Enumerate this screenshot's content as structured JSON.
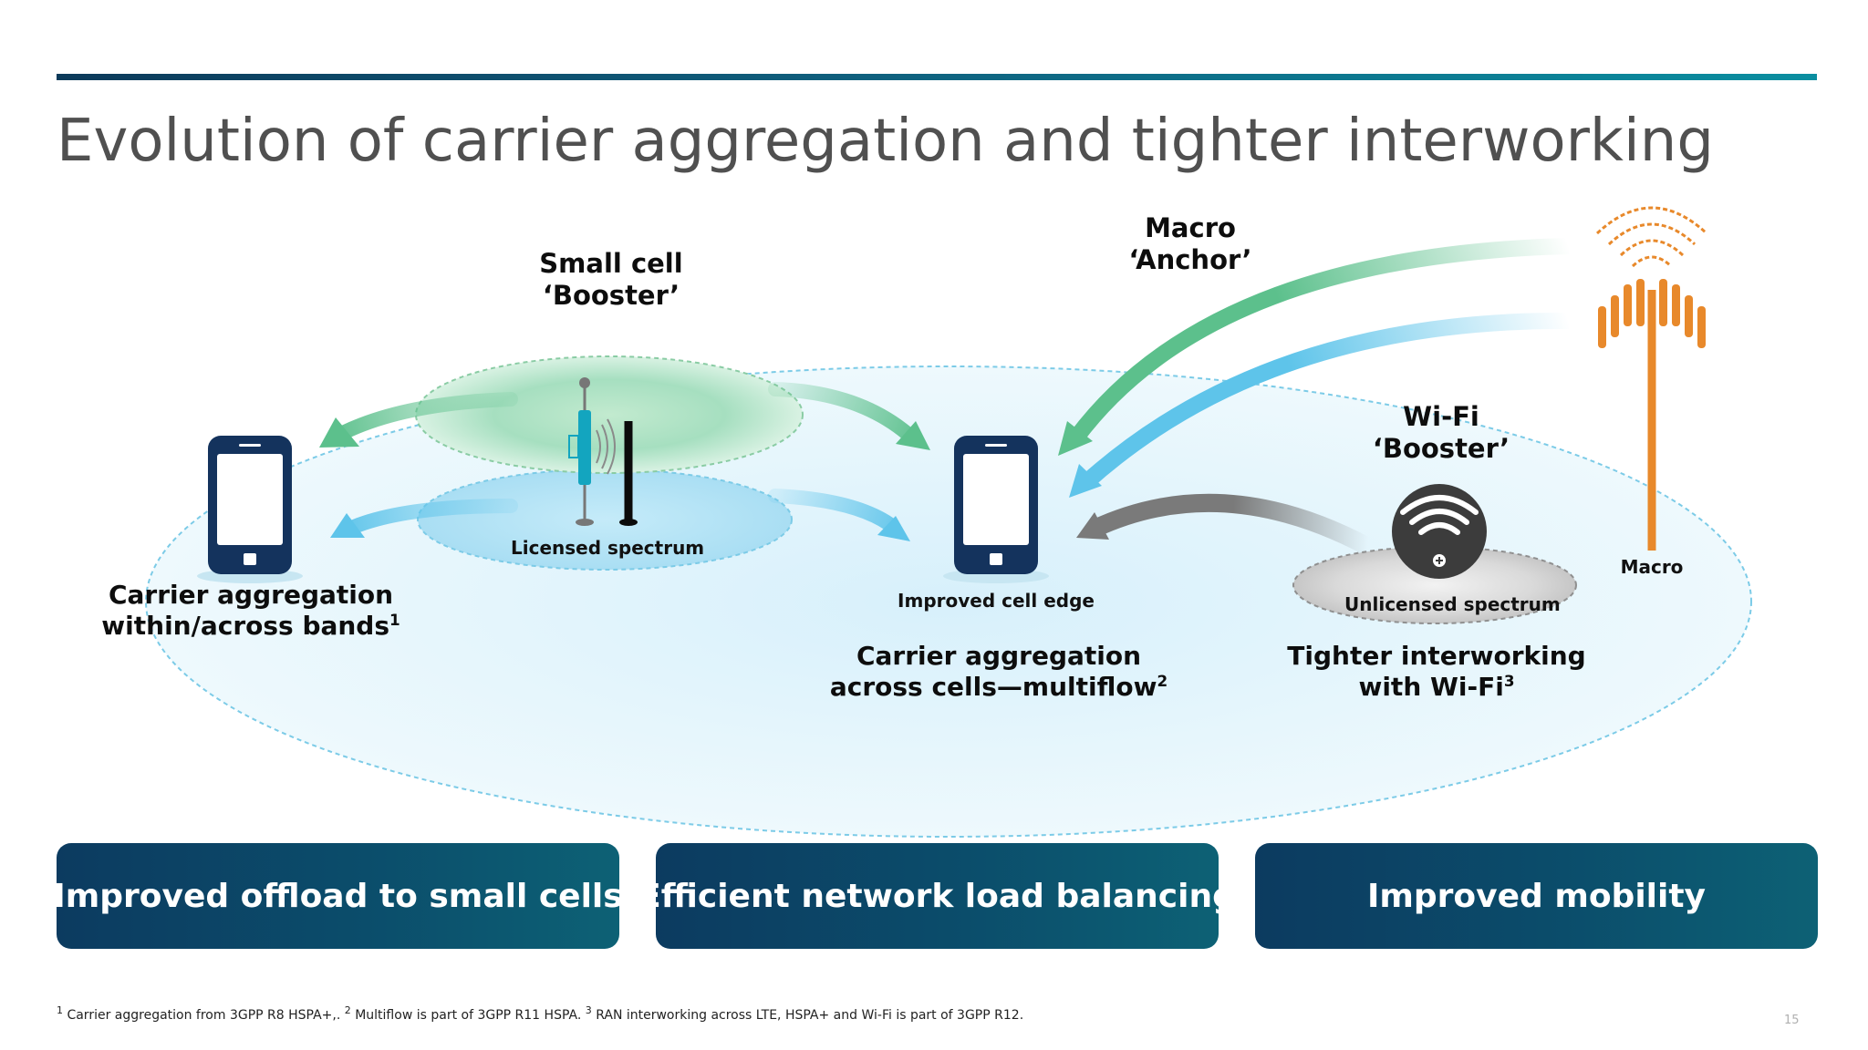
{
  "page": {
    "title": "Evolution of carrier aggregation and tighter interworking",
    "page_number": "15"
  },
  "diagram": {
    "small_cell_booster": {
      "line1": "Small cell",
      "line2": "‘Booster’"
    },
    "macro_anchor": {
      "line1": "Macro",
      "line2": "‘Anchor’"
    },
    "wifi_booster": {
      "line1": "Wi-Fi",
      "line2": "‘Booster’"
    },
    "licensed_spectrum": "Licensed spectrum",
    "unlicensed_spectrum": "Unlicensed spectrum",
    "macro_label": "Macro",
    "improved_cell_edge": "Improved cell edge",
    "carrier_aggregation_bands": {
      "line1": "Carrier aggregation",
      "line2": "within/across bands",
      "sup": "1"
    },
    "carrier_aggregation_cells": {
      "line1": "Carrier aggregation",
      "line2": "across cells—multiflow",
      "sup": "2"
    },
    "tighter_interworking": {
      "line1": "Tighter interworking",
      "line2": "with Wi-Fi",
      "sup": "3"
    }
  },
  "benefits": [
    {
      "label": "Improved offload to small cells"
    },
    {
      "label": "Efficient network load balancing"
    },
    {
      "label": "Improved mobility"
    }
  ],
  "footnote": {
    "n1": "1",
    "t1": " Carrier aggregation from 3GPP R8 HSPA+,.",
    "n2": "2",
    "t2": " Multiflow is part of 3GPP R11 HSPA. ",
    "n3": "3",
    "t3": " RAN interworking across LTE, HSPA+ and Wi-Fi is part of 3GPP R12."
  },
  "colors": {
    "accent_navy": "#0c3b60",
    "green_arrow": "#5cc08c",
    "blue_arrow": "#5ec4ea",
    "gray_arrow": "#7a7a7a",
    "macro_orange": "#e8892b",
    "phone_navy": "#14335d"
  },
  "icons": [
    "smartphone-icon",
    "small-cell-antenna-icon",
    "wifi-router-icon",
    "macro-tower-icon"
  ]
}
